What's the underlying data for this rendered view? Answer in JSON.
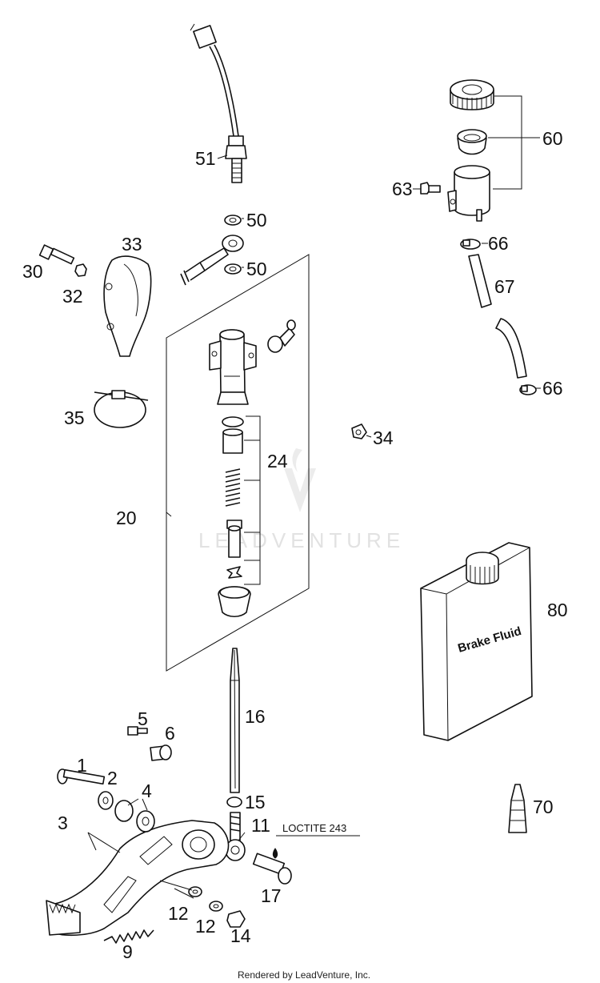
{
  "callouts": [
    {
      "id": "c51",
      "text": "51"
    },
    {
      "id": "c50a",
      "text": "50"
    },
    {
      "id": "c50b",
      "text": "50"
    },
    {
      "id": "c33",
      "text": "33"
    },
    {
      "id": "c30",
      "text": "30"
    },
    {
      "id": "c32",
      "text": "32"
    },
    {
      "id": "c35",
      "text": "35"
    },
    {
      "id": "c20",
      "text": "20"
    },
    {
      "id": "c24",
      "text": "24"
    },
    {
      "id": "c60",
      "text": "60"
    },
    {
      "id": "c63",
      "text": "63"
    },
    {
      "id": "c66a",
      "text": "66"
    },
    {
      "id": "c67",
      "text": "67"
    },
    {
      "id": "c66b",
      "text": "66"
    },
    {
      "id": "c34",
      "text": "34"
    },
    {
      "id": "c80",
      "text": "80"
    },
    {
      "id": "c16",
      "text": "16"
    },
    {
      "id": "c5",
      "text": "5"
    },
    {
      "id": "c6",
      "text": "6"
    },
    {
      "id": "c1",
      "text": "1"
    },
    {
      "id": "c2",
      "text": "2"
    },
    {
      "id": "c4",
      "text": "4"
    },
    {
      "id": "c3",
      "text": "3"
    },
    {
      "id": "c15",
      "text": "15"
    },
    {
      "id": "c11",
      "text": "11"
    },
    {
      "id": "c17",
      "text": "17"
    },
    {
      "id": "c12a",
      "text": "12"
    },
    {
      "id": "c12b",
      "text": "12"
    },
    {
      "id": "c14",
      "text": "14"
    },
    {
      "id": "c9",
      "text": "9"
    },
    {
      "id": "c70",
      "text": "70"
    }
  ],
  "loctite_note": "LOCTITE 243",
  "container_label": "Brake Fluid",
  "watermark": "LEADVENTURE",
  "footer": "Rendered by LeadVenture, Inc."
}
